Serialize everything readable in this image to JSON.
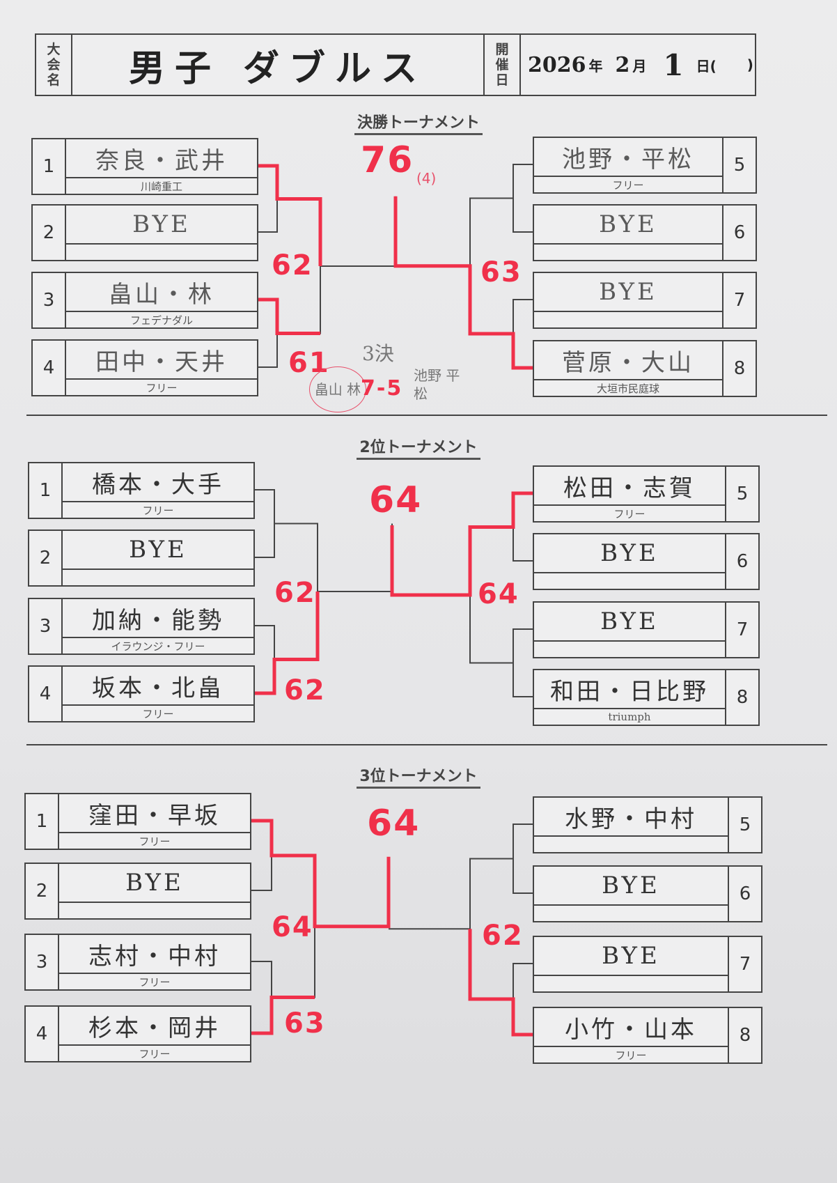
{
  "header": {
    "event_label": [
      "大",
      "会",
      "名"
    ],
    "event_name": "男子 ダブルス",
    "date_label": [
      "開",
      "催",
      "日"
    ],
    "date_year": "2026",
    "year_unit": "年",
    "date_month": "2",
    "month_unit": "月",
    "date_day": "1",
    "day_unit": "日(",
    "weekday_close": ")"
  },
  "colors": {
    "red": "#f0304a",
    "ink": "#444444"
  },
  "sections": [
    {
      "title": "決勝トーナメント",
      "left": [
        {
          "num": "1",
          "name": "奈良・武井",
          "aff": "川崎重工"
        },
        {
          "num": "2",
          "name": "BYE",
          "aff": ""
        },
        {
          "num": "3",
          "name": "畠山・林",
          "aff": "フェデナダル"
        },
        {
          "num": "4",
          "name": "田中・天井",
          "aff": "フリー"
        }
      ],
      "right": [
        {
          "num": "5",
          "name": "池野・平松",
          "aff": "フリー"
        },
        {
          "num": "6",
          "name": "BYE",
          "aff": ""
        },
        {
          "num": "7",
          "name": "BYE",
          "aff": ""
        },
        {
          "num": "8",
          "name": "菅原・大山",
          "aff": "大垣市民庭球"
        }
      ],
      "scores": {
        "final": "76",
        "final_tiebreak": "(4)",
        "left_semi": "62",
        "left_r1": "61",
        "right_semi": "63"
      },
      "red_paths": [
        {
          "side": "left",
          "entry": 1,
          "rounds": 2
        },
        {
          "side": "left",
          "entry": 3,
          "rounds": 1
        },
        {
          "side": "right",
          "entry": 4,
          "rounds": 3
        }
      ],
      "third_place_note": {
        "label": "3決",
        "winner": "畠山 林",
        "score": "7-5",
        "loser": "池野 平松"
      }
    },
    {
      "title": "2位トーナメント",
      "left": [
        {
          "num": "1",
          "name": "橋本・大手",
          "aff": "フリー"
        },
        {
          "num": "2",
          "name": "BYE",
          "aff": ""
        },
        {
          "num": "3",
          "name": "加納・能勢",
          "aff": "イラウンジ・フリー"
        },
        {
          "num": "4",
          "name": "坂本・北畠",
          "aff": "フリー"
        }
      ],
      "right": [
        {
          "num": "5",
          "name": "松田・志賀",
          "aff": "フリー"
        },
        {
          "num": "6",
          "name": "BYE",
          "aff": ""
        },
        {
          "num": "7",
          "name": "BYE",
          "aff": ""
        },
        {
          "num": "8",
          "name": "和田・日比野",
          "aff": "triumph"
        }
      ],
      "scores": {
        "final": "64",
        "left_semi": "62",
        "left_r1": "62",
        "right_semi": "64"
      },
      "red_paths": [
        {
          "side": "left",
          "entry": 4,
          "rounds": 2
        },
        {
          "side": "right",
          "entry": 1,
          "rounds": 3
        }
      ]
    },
    {
      "title": "3位トーナメント",
      "left": [
        {
          "num": "1",
          "name": "窪田・早坂",
          "aff": "フリー"
        },
        {
          "num": "2",
          "name": "BYE",
          "aff": ""
        },
        {
          "num": "3",
          "name": "志村・中村",
          "aff": "フリー"
        },
        {
          "num": "4",
          "name": "杉本・岡井",
          "aff": "フリー"
        }
      ],
      "right": [
        {
          "num": "5",
          "name": "水野・中村",
          "aff": ""
        },
        {
          "num": "6",
          "name": "BYE",
          "aff": ""
        },
        {
          "num": "7",
          "name": "BYE",
          "aff": ""
        },
        {
          "num": "8",
          "name": "小竹・山本",
          "aff": "フリー"
        }
      ],
      "scores": {
        "final": "64",
        "left_semi": "64",
        "left_r1": "63",
        "right_semi": "62"
      },
      "red_paths": [
        {
          "side": "left",
          "entry": 1,
          "rounds": 3
        },
        {
          "side": "left",
          "entry": 4,
          "rounds": 1
        },
        {
          "side": "right",
          "entry": 4,
          "rounds": 2
        }
      ]
    }
  ]
}
